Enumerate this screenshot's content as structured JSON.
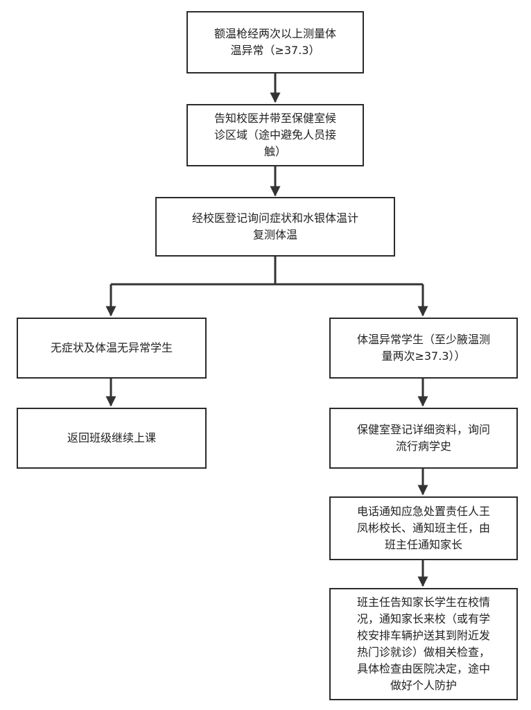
{
  "nodes": {
    "n1": {
      "lines": [
        "额温枪经两次以上测量体",
        "温异常（≥37.3）"
      ]
    },
    "n2": {
      "lines": [
        "告知校医并带至保健室候",
        "诊区域（途中避免人员接",
        "触）"
      ]
    },
    "n3": {
      "lines": [
        "经校医登记询问症状和水银体温计",
        "复测体温"
      ]
    },
    "n4": {
      "lines": [
        "无症状及体温无异常学生"
      ]
    },
    "n5": {
      "lines": [
        "返回班级继续上课"
      ]
    },
    "n6": {
      "lines": [
        "体温异常学生（至少腋温测",
        "量两次≥37.3））"
      ]
    },
    "n7": {
      "lines": [
        "保健室登记详细资料，询问",
        "流行病学史"
      ]
    },
    "n8": {
      "lines": [
        "电话通知应急处置责任人王",
        "凤彬校长、通知班主任，由",
        "班主任通知家长"
      ]
    },
    "n9": {
      "lines": [
        "班主任告知家长学生在校情",
        "况，通知家长来校（或有学",
        "校安排车辆护送其到附近发",
        "热门诊就诊）做相关检查，",
        "具体检查由医院决定，途中",
        "做好个人防护"
      ]
    }
  },
  "colors": {
    "border": "#2b2b2b",
    "text": "#222222",
    "arrow": "#333333"
  }
}
